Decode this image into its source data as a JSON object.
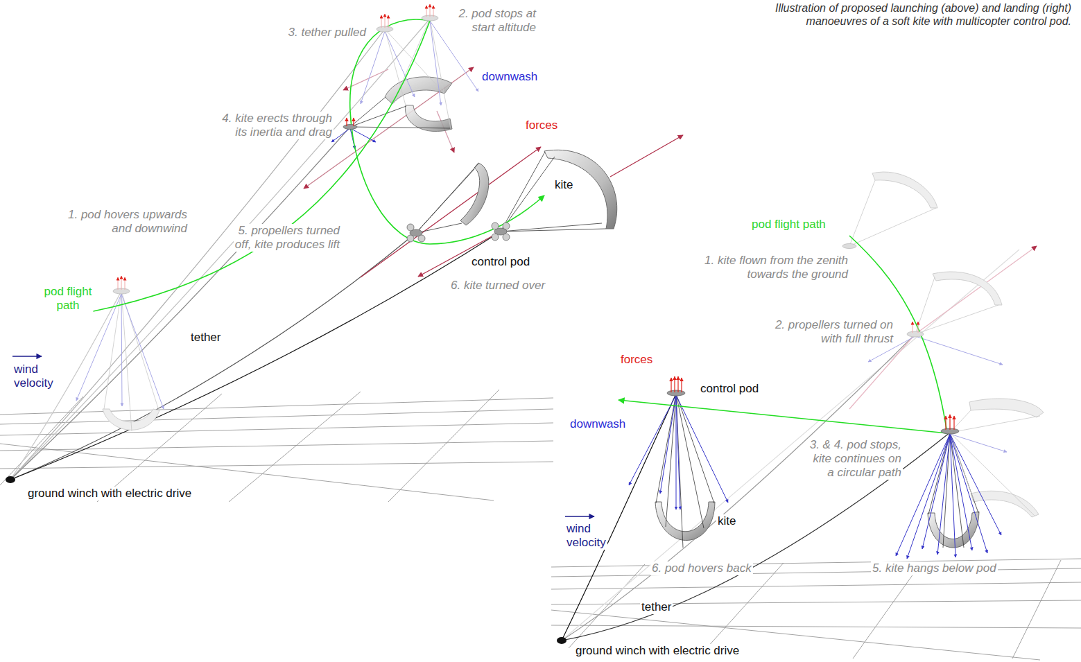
{
  "diagram": {
    "caption": "Illustration of proposed launching (above) and landing (right) manoeuvres of a soft kite with multicopter control pod.",
    "labels": [
      "3. tether pulled",
      "2. pod stops at start altitude",
      "downwash",
      "4. kite erects through its inertia and drag",
      "forces",
      "kite",
      "1. pod hovers upwards and downwind",
      "5. propellers turned off, kite produces lift",
      "pod flight path",
      "control pod",
      "6. kite turned over",
      "tether",
      "wind velocity",
      "ground winch with electric drive",
      "pod flight path",
      "1. kite flown from the zenith towards the ground",
      "2. propellers turned on with full thrust",
      "forces",
      "control pod",
      "downwash",
      "3. & 4. pod stops, kite continues on a circular path",
      "kite",
      "wind velocity",
      "6. pod hovers back",
      "5. kite hangs below pod",
      "tether",
      "ground winch with electric drive"
    ]
  }
}
